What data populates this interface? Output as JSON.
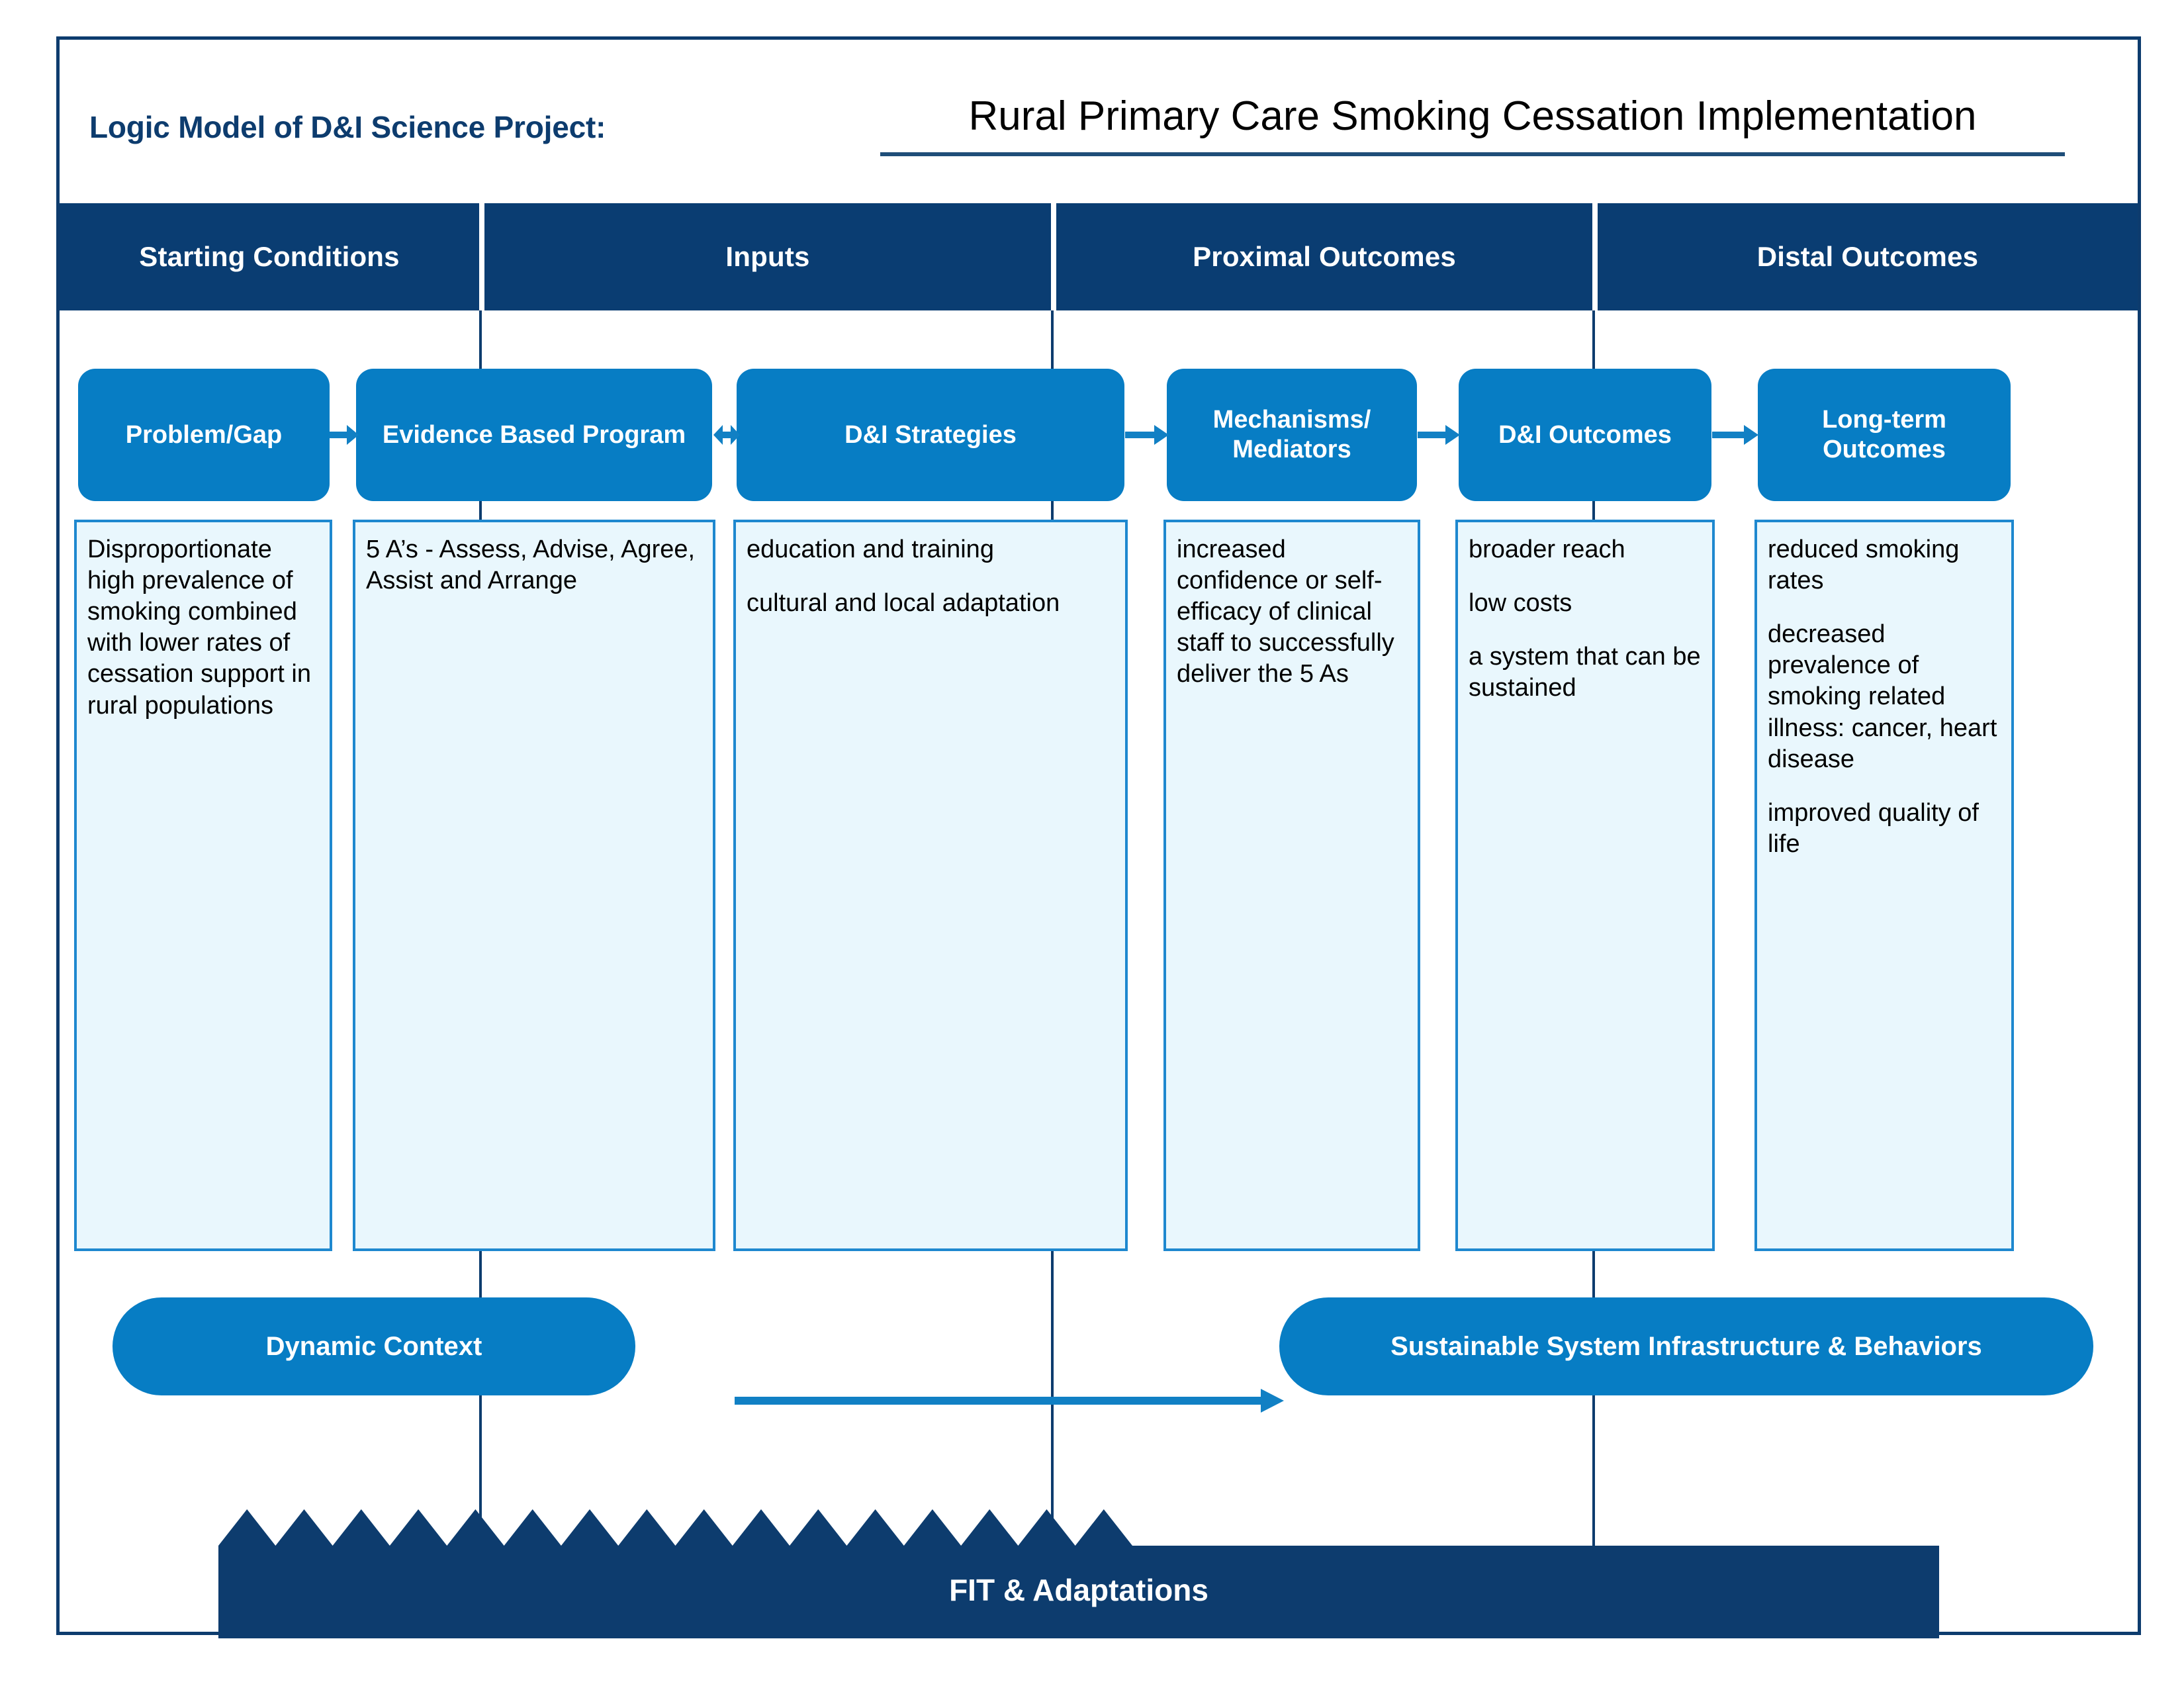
{
  "header": {
    "model_label": "Logic Model of D&I Science Project:",
    "project_title": "Rural Primary Care Smoking Cessation Implementation"
  },
  "colors": {
    "navy": "#0a3d72",
    "blue": "#077dc4",
    "panel_fill": "#e9f7fd",
    "panel_border": "#1e88cf",
    "white": "#ffffff"
  },
  "phase_headers": [
    {
      "label": "Starting Conditions"
    },
    {
      "label": "Inputs"
    },
    {
      "label": "Proximal Outcomes"
    },
    {
      "label": "Distal Outcomes"
    }
  ],
  "stages": [
    {
      "label": "Problem/Gap"
    },
    {
      "label": "Evidence Based Program"
    },
    {
      "label": "D&I Strategies"
    },
    {
      "label": "Mechanisms/ Mediators"
    },
    {
      "label": "D&I Outcomes"
    },
    {
      "label": "Long-term Outcomes"
    }
  ],
  "connectors": [
    {
      "from": "Problem/Gap",
      "to": "Evidence Based Program",
      "kind": "arrow-right"
    },
    {
      "from": "Evidence Based Program",
      "to": "D&I Strategies",
      "kind": "arrow-both"
    },
    {
      "from": "D&I Strategies",
      "to": "Mechanisms/ Mediators",
      "kind": "arrow-right"
    },
    {
      "from": "Mechanisms/ Mediators",
      "to": "D&I Outcomes",
      "kind": "arrow-right"
    },
    {
      "from": "D&I Outcomes",
      "to": "Long-term Outcomes",
      "kind": "arrow-right"
    }
  ],
  "panels": [
    {
      "lines": [
        "Disproportionate high prevalence of smoking combined with lower rates of cessation support in rural populations"
      ]
    },
    {
      "lines": [
        "5 A’s - Assess, Advise, Agree, Assist and Arrange"
      ]
    },
    {
      "lines": [
        "education and training",
        "cultural and local adaptation"
      ]
    },
    {
      "lines": [
        "increased confidence or self-efficacy of clinical staff to successfully deliver the 5 As"
      ]
    },
    {
      "lines": [
        "broader reach",
        "low costs",
        "a system that can be sustained"
      ]
    },
    {
      "lines": [
        "reduced smoking rates",
        "decreased prevalence of smoking related illness: cancer, heart disease",
        "improved quality of life"
      ]
    }
  ],
  "bottom": {
    "dynamic_context": "Dynamic Context",
    "sustainable_system": "Sustainable System Infrastructure & Behaviors",
    "arrow_label": "arrow-right"
  },
  "banner": {
    "label": "FIT & Adaptations",
    "teeth": 16
  }
}
